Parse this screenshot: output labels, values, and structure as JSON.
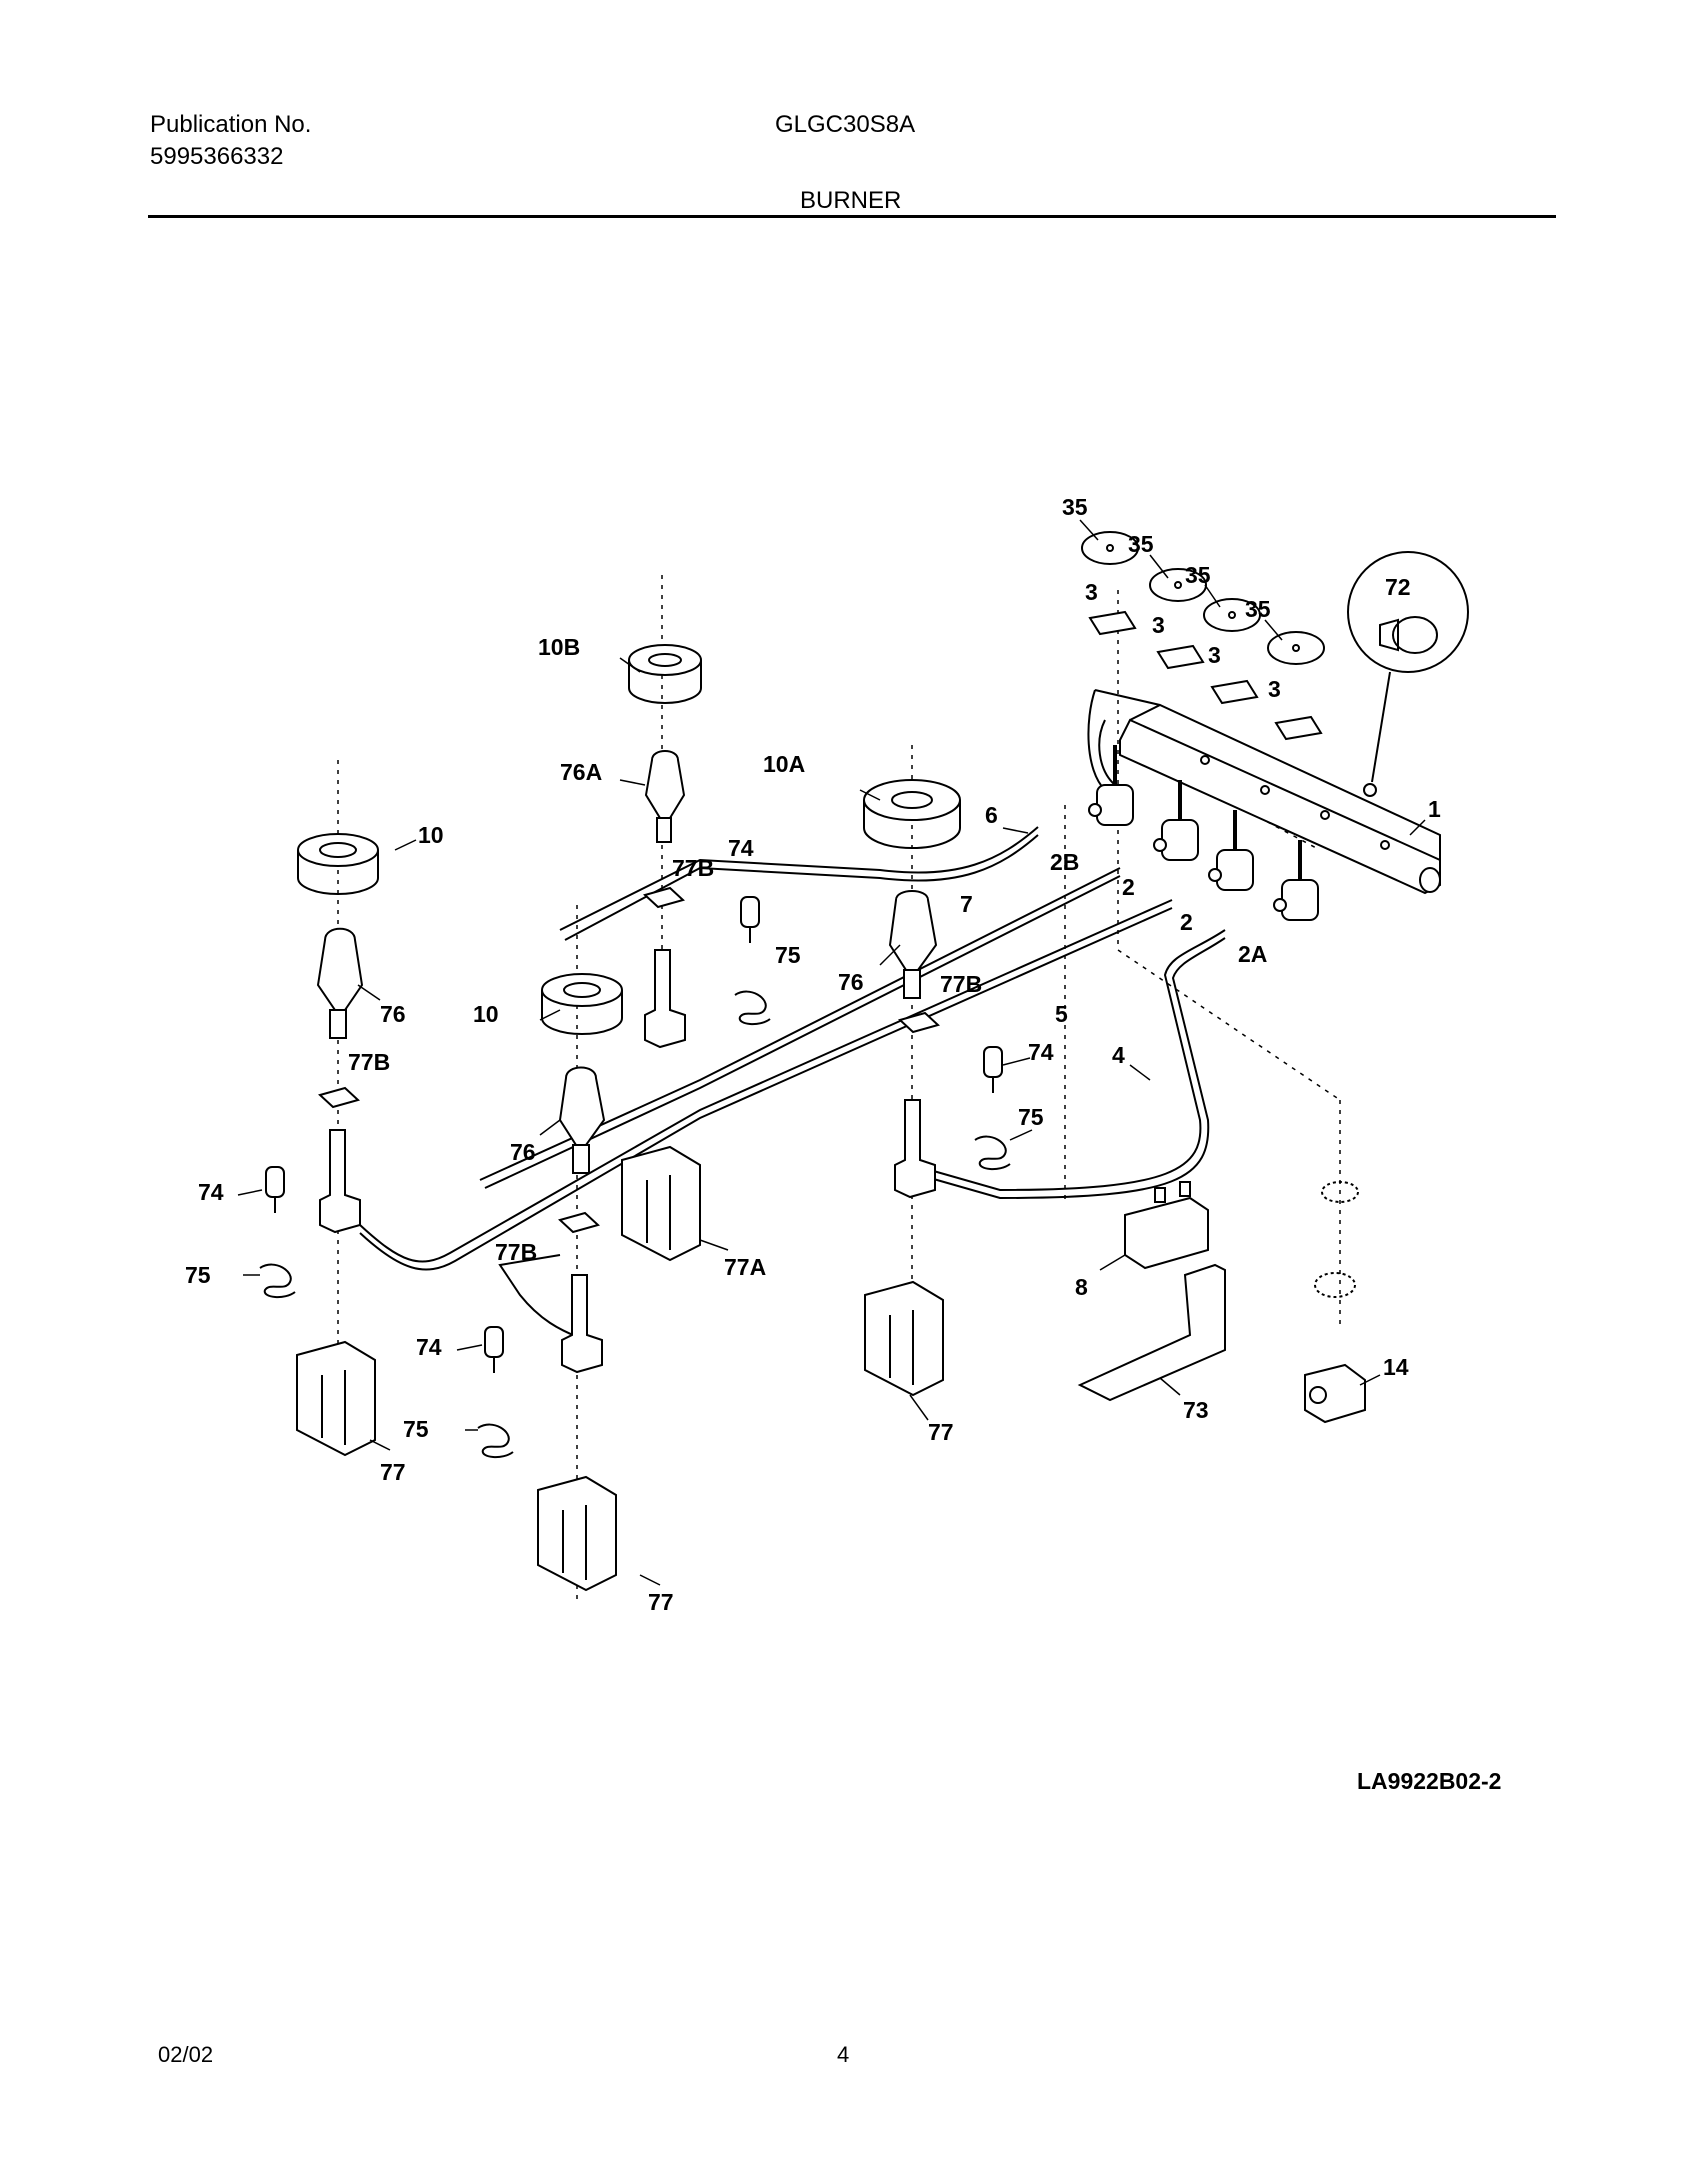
{
  "header": {
    "publication_label": "Publication No.",
    "publication_number": "5995366332",
    "model": "GLGC30S8A",
    "section": "BURNER"
  },
  "diagram": {
    "reference_code": "LA9922B02-2",
    "callouts": {
      "c35a": "35",
      "c35b": "35",
      "c35c": "35",
      "c35d": "35",
      "c3a": "3",
      "c3b": "3",
      "c3c": "3",
      "c3d": "3",
      "c72": "72",
      "c1": "1",
      "c2b": "2B",
      "c2a": "2",
      "c2c": "2",
      "c2A": "2A",
      "c10b": "10B",
      "c76a": "76A",
      "c10a": "10A",
      "c6": "6",
      "c10": "10",
      "c76a2": "76",
      "c77b1": "77B",
      "c74a": "74",
      "c75a": "75",
      "c7": "7",
      "c76b": "76",
      "c77b2": "77B",
      "c5": "5",
      "c10c": "10",
      "c76c": "76",
      "c77b3": "77B",
      "c74b": "74",
      "c4": "4",
      "c75b": "75",
      "c74c": "74",
      "c75c": "75",
      "c77b4": "77B",
      "c77a": "77A",
      "c8": "8",
      "c74d": "74",
      "c73": "73",
      "c14": "14",
      "c75d": "75",
      "c77a1": "77",
      "c77a2": "77",
      "c77a3": "77"
    }
  },
  "footer": {
    "date": "02/02",
    "page": "4"
  }
}
